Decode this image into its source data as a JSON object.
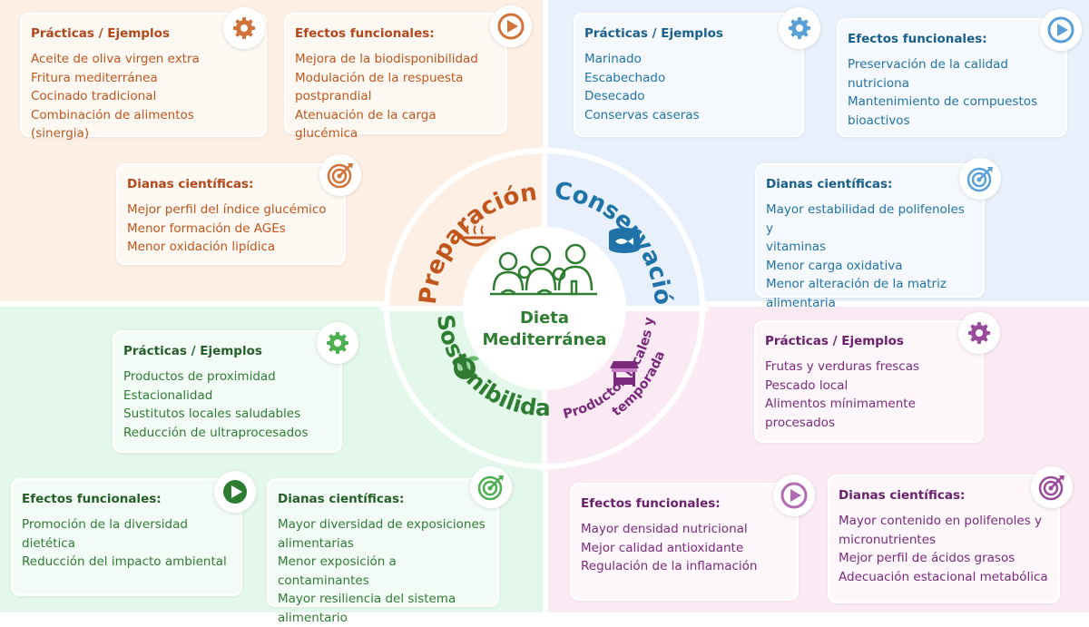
{
  "center": {
    "line1": "Dieta",
    "line2": "Mediterránea"
  },
  "ring": {
    "preparacion": "Preparación",
    "conservacion": "Conservación",
    "sostenibilidad": "Sostenibilidad",
    "productos_line1": "Productos locales y de",
    "productos_line2": "temporada"
  },
  "colors": {
    "preparacion": "#c0561c",
    "conservacion": "#1f73a8",
    "sostenibilidad": "#2f7d32",
    "productos": "#7b2a7d"
  },
  "preparacion": {
    "practicas": {
      "title": "Prácticas / Ejemplos",
      "icon": "gear-icon",
      "items": [
        "Aceite de oliva virgen extra",
        "Fritura mediterránea",
        "Cocinado tradicional",
        "Combinación de alimentos (sinergia)"
      ]
    },
    "efectos": {
      "title": "Efectos funcionales:",
      "icon": "play-icon",
      "items": [
        "Mejora de la biodisponibilidad",
        "Modulación de la respuesta",
        "postprandial",
        "Atenuación de la carga glucémica"
      ]
    },
    "dianas": {
      "title": "Dianas científicas:",
      "icon": "target-icon",
      "items": [
        "Mejor perfil del índice glucémico",
        "Menor formación de AGEs",
        "Menor oxidación lipídica"
      ]
    }
  },
  "conservacion": {
    "practicas": {
      "title": "Prácticas / Ejemplos",
      "icon": "gear-icon",
      "items": [
        "Marinado",
        "Escabechado",
        "Desecado",
        "Conservas caseras"
      ]
    },
    "efectos": {
      "title": "Efectos funcionales:",
      "icon": "play-icon",
      "items": [
        "Preservación de la calidad nutriciona",
        "Mantenimiento de compuestos",
        "bioactivos"
      ]
    },
    "dianas": {
      "title": "Dianas científicas:",
      "icon": "target-icon",
      "items": [
        "Mayor estabilidad de polifenoles y",
        "vitaminas",
        "Menor carga oxidativa",
        "Menor alteración de la matriz",
        "alimentaria"
      ]
    }
  },
  "sostenibilidad": {
    "practicas": {
      "title": "Prácticas / Ejemplos",
      "icon": "gear-icon",
      "items": [
        "Productos de proximidad",
        "Estacionalidad",
        "Sustitutos locales saludables",
        "Reducción de ultraprocesados"
      ]
    },
    "efectos": {
      "title": "Efectos funcionales:",
      "icon": "play-icon",
      "items": [
        "Promoción de la diversidad dietética",
        "Reducción del impacto ambiental"
      ]
    },
    "dianas": {
      "title": "Dianas científicas:",
      "icon": "target-icon",
      "items": [
        "Mayor diversidad de exposiciones",
        "alimentarias",
        "Menor exposición a contaminantes",
        "Mayor resiliencia del sistema",
        "alimentario"
      ]
    }
  },
  "productos": {
    "practicas": {
      "title": "Prácticas / Ejemplos",
      "icon": "gear-icon",
      "items": [
        "Frutas y verduras frescas",
        "Pescado local",
        "Alimentos mínimamente procesados"
      ]
    },
    "efectos": {
      "title": "Efectos funcionales:",
      "icon": "play-icon",
      "items": [
        "Mayor densidad nutricional",
        "Mejor calidad antioxidante",
        "Regulación de la inflamación"
      ]
    },
    "dianas": {
      "title": "Dianas científicas:",
      "icon": "target-icon",
      "items": [
        "Mayor contenido en polifenoles y",
        "micronutrientes",
        "Mejor perfil de ácidos grasos",
        "Adecuación estacional metabólica"
      ]
    }
  }
}
